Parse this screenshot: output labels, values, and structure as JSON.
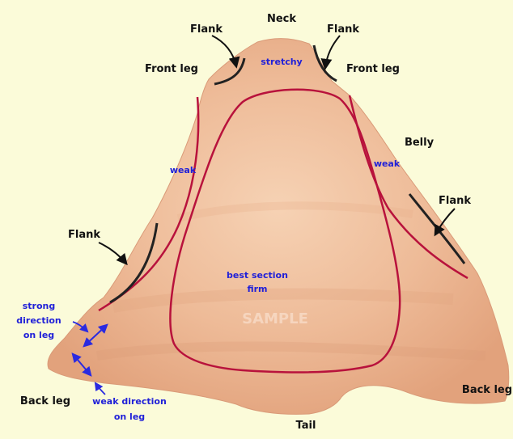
{
  "diagram": {
    "labels": {
      "neck": "Neck",
      "flank_top_left": "Flank",
      "flank_top_right": "Flank",
      "front_leg_left": "Front leg",
      "front_leg_right": "Front leg",
      "stretchy": "stretchy",
      "belly": "Belly",
      "weak_left": "weak",
      "weak_right": "weak",
      "flank_mid_left": "Flank",
      "flank_mid_right": "Flank",
      "best_section_line1": "best section",
      "best_section_line2": "firm",
      "strong_line1": "strong",
      "strong_line2": "direction",
      "strong_line3": "on leg",
      "back_leg_left": "Back leg",
      "back_leg_right": "Back leg",
      "weak_direction_line1": "weak direction",
      "weak_direction_line2": "on leg",
      "tail": "Tail",
      "watermark": "SAMPLE"
    },
    "colors": {
      "background": "#fbfbd9",
      "hide": "#e8a884",
      "hide_light": "#f3c4a4",
      "region_outline": "#b8123c",
      "flank_line": "#222222",
      "label_black": "#111111",
      "label_blue": "#2020d8",
      "arrow_blue": "#2a2ae0"
    }
  }
}
